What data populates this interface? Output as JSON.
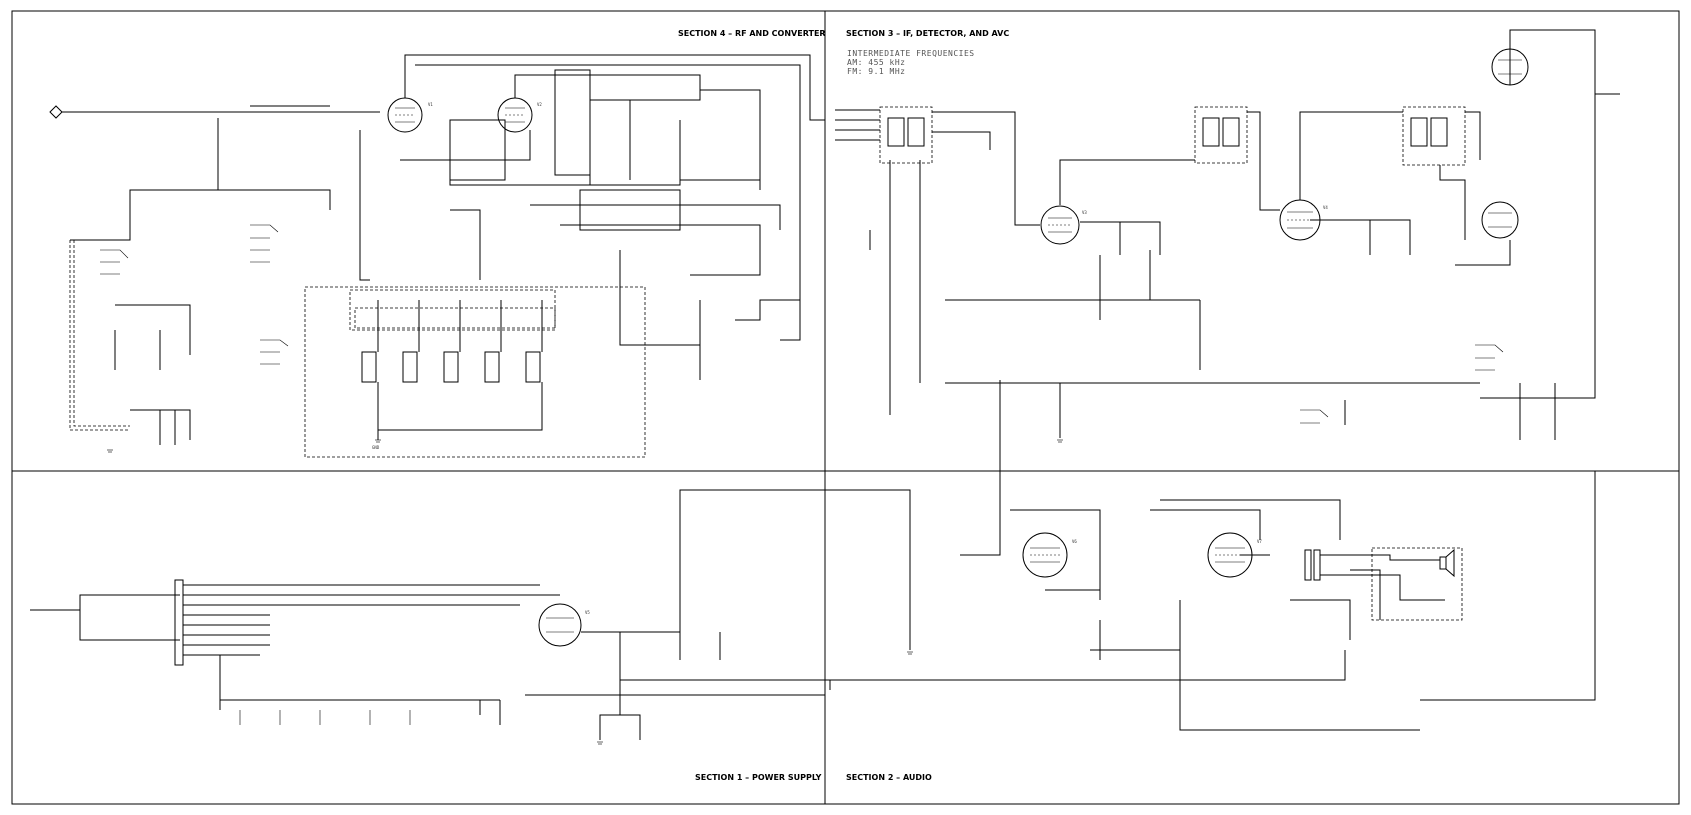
{
  "sections": {
    "rf": {
      "title": "SECTION 4 – RF AND CONVERTER"
    },
    "if": {
      "title": "SECTION 3 – IF, DETECTOR, AND AVC"
    },
    "power": {
      "title": "SECTION 1 – POWER SUPPLY"
    },
    "audio": {
      "title": "SECTION 2 – AUDIO"
    }
  },
  "if_note": {
    "heading": "INTERMEDIATE FREQUENCIES",
    "am": "AM: 455 kHz",
    "fm": "FM: 9.1 MHz"
  },
  "parts": {
    "v1": "V1",
    "v2": "V2",
    "v3": "V3",
    "v4": "V4",
    "v5": "V5",
    "v6": "V6",
    "v7": "V7",
    "gnd": "GND"
  },
  "icons": [
    "antenna-terminal-icon",
    "vacuum-tube-icon",
    "ground-symbol-icon",
    "speaker-icon",
    "switch-icon",
    "transformer-icon"
  ]
}
